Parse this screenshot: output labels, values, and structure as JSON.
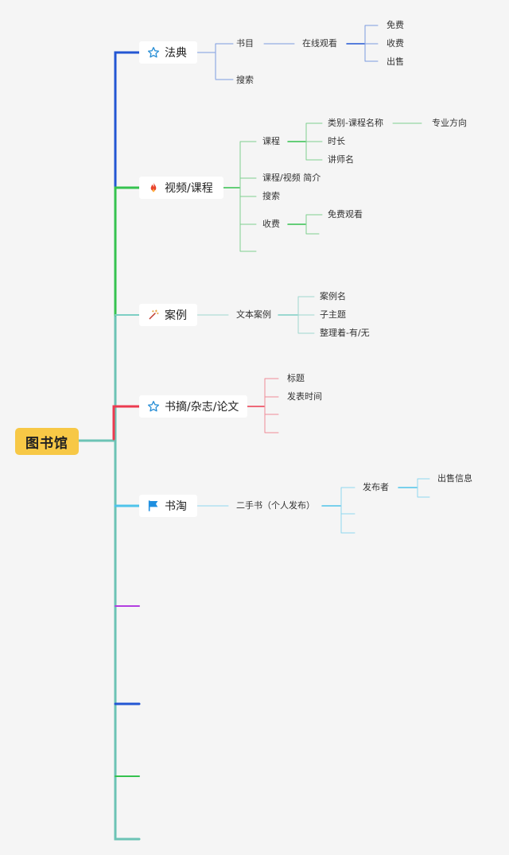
{
  "root": {
    "label": "图书馆",
    "color": "#f7c846"
  },
  "colors": {
    "spine": "#6cc3b5",
    "b1": "#2356d3",
    "b2": "#35c24f",
    "b3": "#7dcfc4",
    "b4": "#ec3a4f",
    "b5": "#4ec3ea",
    "b6": "#b23ee0",
    "b7": "#2356d3",
    "b8": "#35c24f",
    "c1": "#7b9ae0",
    "c2": "#7fd08f",
    "c3": "#9fd8cf",
    "c4": "#f08a97",
    "c5": "#8fd7ef"
  },
  "branches": [
    {
      "label": "法典",
      "icon": "star-outline-icon",
      "children": [
        {
          "label": "书目",
          "children": [
            {
              "label": "在线观看",
              "children": [
                {
                  "label": "免费"
                },
                {
                  "label": "收费"
                },
                {
                  "label": "出售"
                }
              ]
            }
          ]
        },
        {
          "label": "搜索"
        }
      ]
    },
    {
      "label": "视频/课程",
      "icon": "fire-icon",
      "children": [
        {
          "label": "课程",
          "children": [
            {
              "label": "类别-课程名称",
              "children": [
                {
                  "label": "专业方向"
                }
              ]
            },
            {
              "label": "时长"
            },
            {
              "label": "讲师名"
            }
          ]
        },
        {
          "label": "课程/视频 简介"
        },
        {
          "label": "搜索"
        },
        {
          "label": "收费",
          "children": [
            {
              "label": "免费观看"
            }
          ]
        }
      ]
    },
    {
      "label": "案例",
      "icon": "magic-wand-icon",
      "children": [
        {
          "label": "文本案例",
          "children": [
            {
              "label": "案例名"
            },
            {
              "label": "子主题"
            },
            {
              "label": "整理着-有/无"
            }
          ]
        }
      ]
    },
    {
      "label": "书摘/杂志/论文",
      "icon": "star-outline-icon",
      "children": [
        {
          "label": "标题"
        },
        {
          "label": "发表时间"
        }
      ]
    },
    {
      "label": "书淘",
      "icon": "flag-icon",
      "children": [
        {
          "label": "二手书（个人发布）",
          "children": [
            {
              "label": "发布者",
              "children": [
                {
                  "label": "出售信息"
                }
              ]
            }
          ]
        }
      ]
    }
  ]
}
